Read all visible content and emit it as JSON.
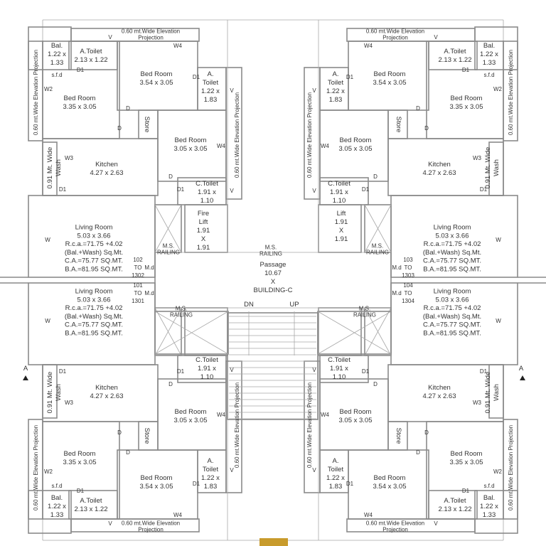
{
  "typical_unit": {
    "projection_horizontal": [
      "0.60 mt.Wide Elevation",
      "Projection"
    ],
    "projection_vertical": "0.60 mt.Wide Elevation Projection",
    "balcony": [
      "Bal.",
      "1.22 x",
      "1.33"
    ],
    "attached_toilet_1": [
      "A.Toilet",
      "2.13 x 1.22"
    ],
    "attached_toilet_2": [
      "A.",
      "Toilet",
      "1.22 x",
      "1.83"
    ],
    "bed_room_1": [
      "Bed Room",
      "3.54 x 3.05"
    ],
    "bed_room_2": [
      "Bed Room",
      "3.35 x 3.05"
    ],
    "bed_room_3": [
      "Bed Room",
      "3.05 x 3.05"
    ],
    "store": "Store",
    "wash": [
      "0.91 Mt. Wide",
      "Wash"
    ],
    "kitchen": [
      "Kitchen",
      "4.27 x 2.63"
    ],
    "common_toilet": [
      "C.Toilet",
      "1.91 x",
      "1.10"
    ],
    "living_room": [
      "Living Room",
      "5.03 x 3.66",
      "R.c.a.=71.75 +4.02",
      "(Bal.+Wash) Sq.Mt.",
      "C.A.=75.77 SQ.MT.",
      "B.A.=81.95 SQ.MT."
    ],
    "railing": [
      "M.S.",
      "RAILING"
    ],
    "marks": {
      "v": "V",
      "w4": "W4",
      "w2": "W2",
      "w3": "W3",
      "w": "W",
      "d1": "D1",
      "d": "D",
      "sfd": "s.f.d",
      "md": "M.d"
    }
  },
  "units": {
    "top_left": [
      "102",
      "TO",
      "1302"
    ],
    "bottom_left": [
      "101",
      "TO",
      "1301"
    ],
    "top_right": [
      "103",
      "TO",
      "1303"
    ],
    "bottom_right": [
      "104",
      "TO",
      "1304"
    ]
  },
  "core": {
    "passage": [
      "Passage",
      "10.67",
      "X",
      "BUILDING-C"
    ],
    "fire_lift": [
      "Fire",
      "Lift",
      "1.91",
      "X",
      "1.91"
    ],
    "lift": [
      "Lift",
      "1.91",
      "X",
      "1.91"
    ],
    "railing_center": [
      "M.S.",
      "RAILING"
    ],
    "stair_down": "DN",
    "stair_up": "UP"
  },
  "section_marker": {
    "label": "A",
    "icon": "triangle-up-icon"
  },
  "colors": {
    "walls": "#8a8a8a",
    "text": "#333333",
    "badge": "#c89b2c"
  }
}
